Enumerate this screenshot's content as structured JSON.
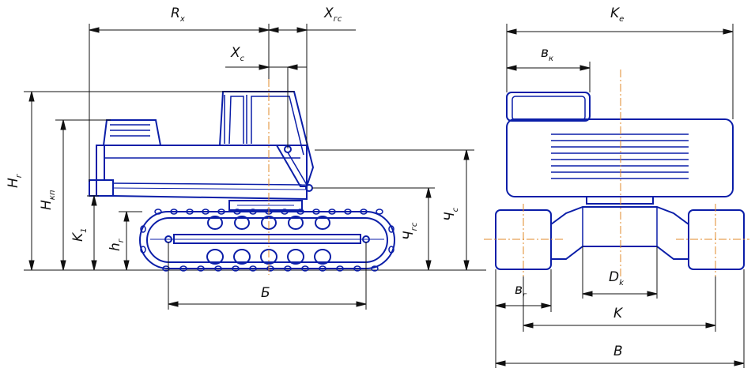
{
  "colors": {
    "outline": "#0b1ea8",
    "dimension": "#111111",
    "axis": "#e08a2a",
    "background": "#ffffff"
  },
  "labels": {
    "Rx": {
      "main": "R",
      "sub": "x"
    },
    "Xgs": {
      "main": "X",
      "sub": "гс"
    },
    "Xs": {
      "main": "X",
      "sub": "с"
    },
    "Hg": {
      "main": "H",
      "sub": "г"
    },
    "Hkp": {
      "main": "H",
      "sub": "кп"
    },
    "K1": {
      "main": "K",
      "sub": "1"
    },
    "hg": {
      "main": "h",
      "sub": "г"
    },
    "Ygs": {
      "main": "Ч",
      "sub": "гс"
    },
    "Ys": {
      "main": "Ч",
      "sub": "с"
    },
    "Bb": {
      "main": "Б",
      "sub": ""
    },
    "Ke": {
      "main": "K",
      "sub": "е"
    },
    "vk": {
      "main": "в",
      "sub": "к"
    },
    "Dk": {
      "main": "D",
      "sub": "k"
    },
    "vg": {
      "main": "в",
      "sub": "г"
    },
    "K": {
      "main": "K",
      "sub": ""
    },
    "B": {
      "main": "B",
      "sub": ""
    }
  }
}
